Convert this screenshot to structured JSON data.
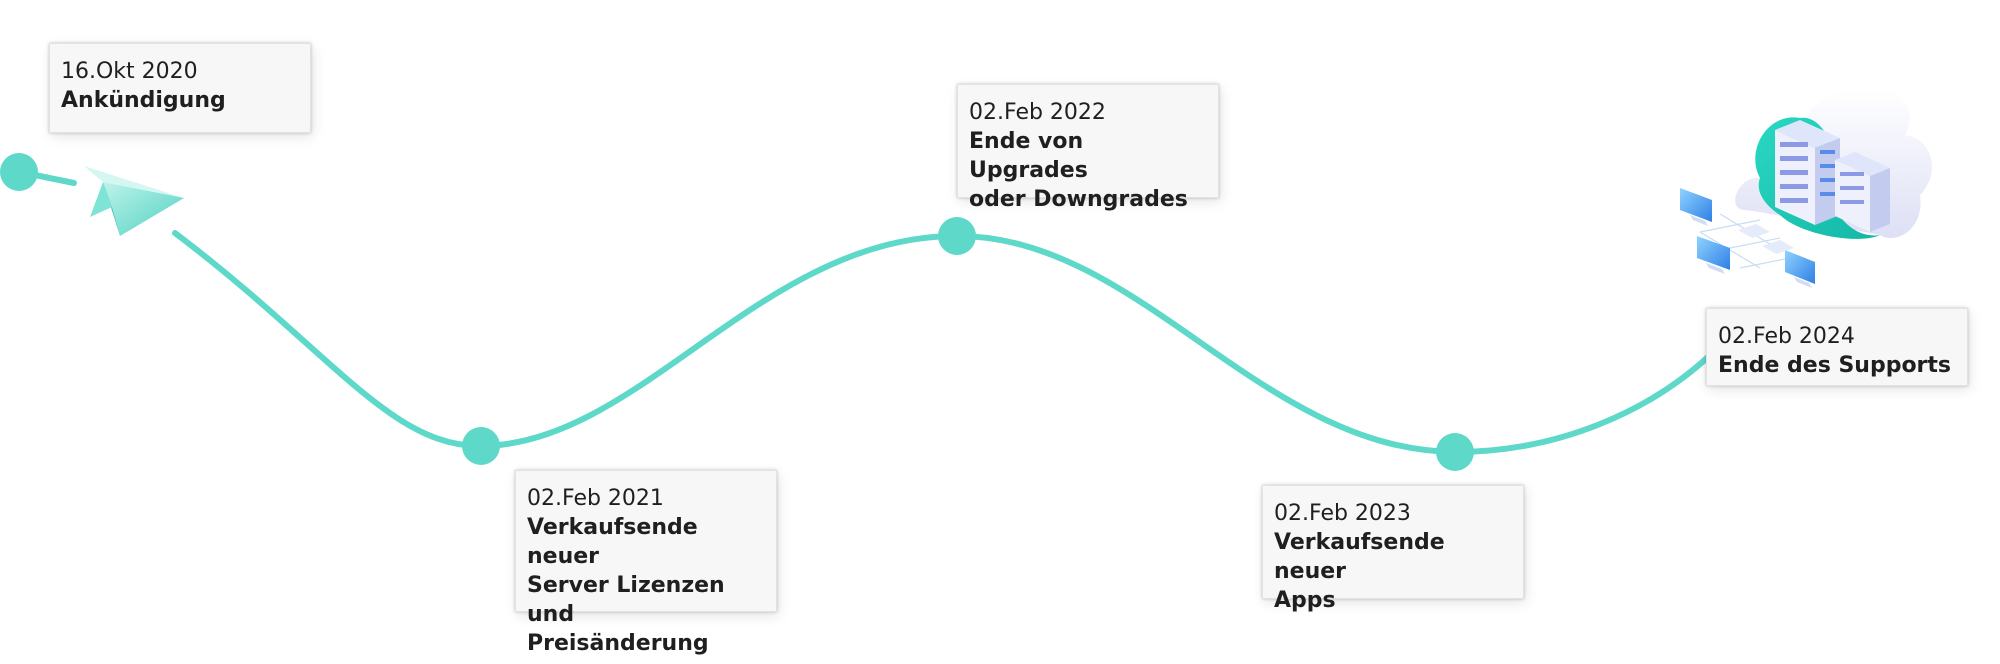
{
  "accent_color": "#5ed9c9",
  "milestones": [
    {
      "date": "16.Okt 2020",
      "label": "Ankündigung"
    },
    {
      "date": "02.Feb 2021",
      "label": "Verkaufsende neuer\nServer Lizenzen und\nPreisänderung"
    },
    {
      "date": "02.Feb 2022",
      "label": "Ende von Upgrades\noder Downgrades"
    },
    {
      "date": "02.Feb 2023",
      "label": "Verkaufsende neuer\nApps"
    },
    {
      "date": "02.Feb 2024",
      "label": "Ende des Supports"
    }
  ],
  "icons": {
    "start": "paper-plane-icon",
    "end": "cloud-server-icon"
  }
}
